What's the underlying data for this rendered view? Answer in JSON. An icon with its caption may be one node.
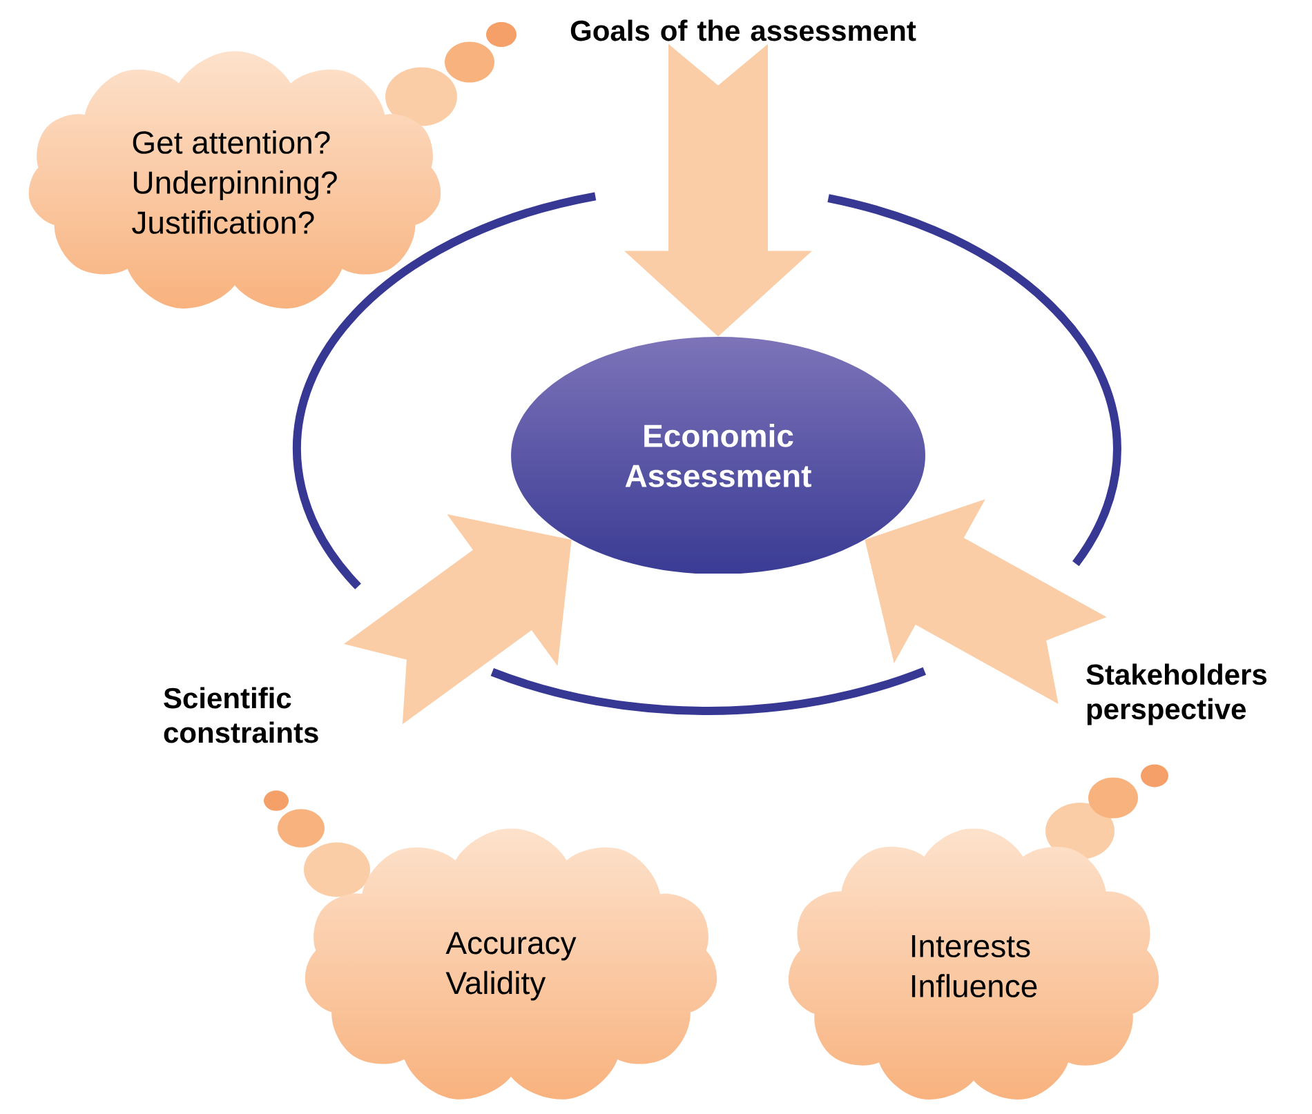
{
  "diagram": {
    "nodes": [
      {
        "text": [
          "Goals of the assessment"
        ]
      },
      {
        "text": [
          "Get attention?",
          "Underpinning?",
          "Justification?"
        ]
      },
      {
        "text": [
          "Economic Assessment"
        ]
      },
      {
        "text": [
          "Scientific constraints"
        ]
      },
      {
        "text": [
          "Stakeholders perspective"
        ]
      },
      {
        "text": [
          "Accuracy",
          "Validity"
        ]
      },
      {
        "text": [
          "Interests",
          "Influence"
        ]
      }
    ],
    "edges": [
      {
        "from": 0,
        "to": 2,
        "arrow": "to"
      },
      {
        "from": 3,
        "to": 2,
        "arrow": "to"
      },
      {
        "from": 4,
        "to": 2,
        "arrow": "to"
      }
    ]
  }
}
